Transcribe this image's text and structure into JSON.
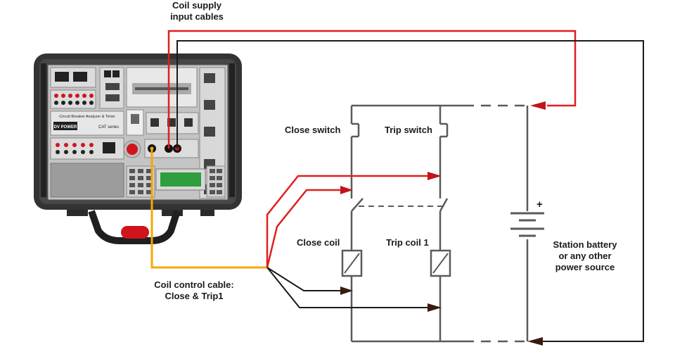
{
  "labels": {
    "coil_supply_line1": "Coil supply",
    "coil_supply_line2": "input cables",
    "close_switch": "Close switch",
    "trip_switch": "Trip switch",
    "close_coil": "Close coil",
    "trip_coil": "Trip coil 1",
    "battery_line1": "Station battery",
    "battery_line2": "or any other",
    "battery_line3": "power source",
    "control_cable_line1": "Coil control cable:",
    "control_cable_line2": "Close & Trip1",
    "battery_plus": "+"
  },
  "device": {
    "model_text": "Circuit Breaker Analyzer & Timer",
    "series_text": "CAT series",
    "brand_text": "DV POWER"
  },
  "colors": {
    "wire_red": "#e01f1f",
    "wire_black": "#1a1a1a",
    "wire_orange": "#f5a800",
    "circuit_gray": "#5a5a5a",
    "device_body": "#3a3a3a",
    "panel": "#b8b8b8",
    "lcd_green": "#2e9e3e",
    "handle_red": "#d0141c"
  }
}
